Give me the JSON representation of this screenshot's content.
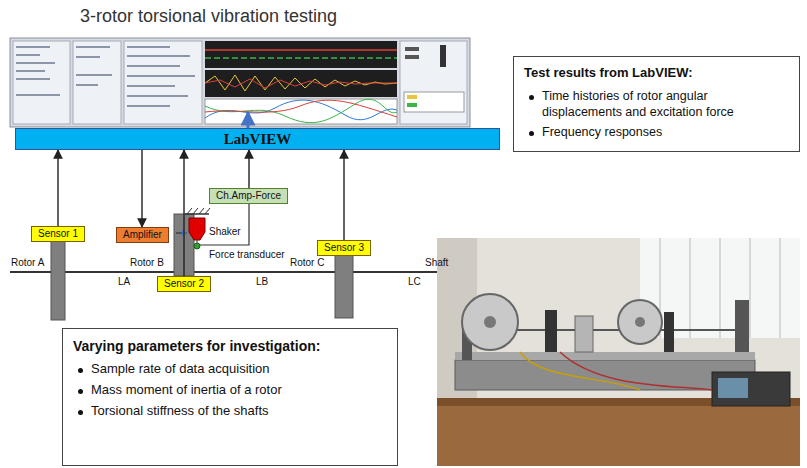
{
  "diagram": {
    "title": "3-rotor torsional vibration testing",
    "nodes": [
      {
        "text": [
          "Test results from LabVIEW:",
          "Time histories of rotor angular displacements and excitation force",
          "Frequency responses"
        ]
      },
      {
        "text": [
          "LabVIEW"
        ]
      },
      {
        "text": [
          "Sensor 1"
        ]
      },
      {
        "text": [
          "Amplifier"
        ]
      },
      {
        "text": [
          "Ch.Amp-Force"
        ]
      },
      {
        "text": [
          "Sensor 2"
        ]
      },
      {
        "text": [
          "Sensor 3"
        ]
      },
      {
        "text": [
          "Varying parameters for investigation:",
          "Sample rate of data acquisition",
          "Mass moment of inertia of a rotor",
          "Torsional stiffness of the shafts"
        ]
      }
    ],
    "edges": [
      {
        "from": 2,
        "to": 1,
        "arrow": "to"
      },
      {
        "from": 1,
        "to": 3,
        "arrow": "to"
      },
      {
        "from": 5,
        "to": 1,
        "arrow": "to"
      },
      {
        "from": 4,
        "to": 1,
        "arrow": "to"
      },
      {
        "from": 6,
        "to": 1,
        "arrow": "to"
      }
    ],
    "labels": [
      "Rotor A",
      "LA",
      "Rotor B",
      "LB",
      "Rotor C",
      "LC",
      "Shaft",
      "Shaker",
      "Force transducer"
    ]
  }
}
